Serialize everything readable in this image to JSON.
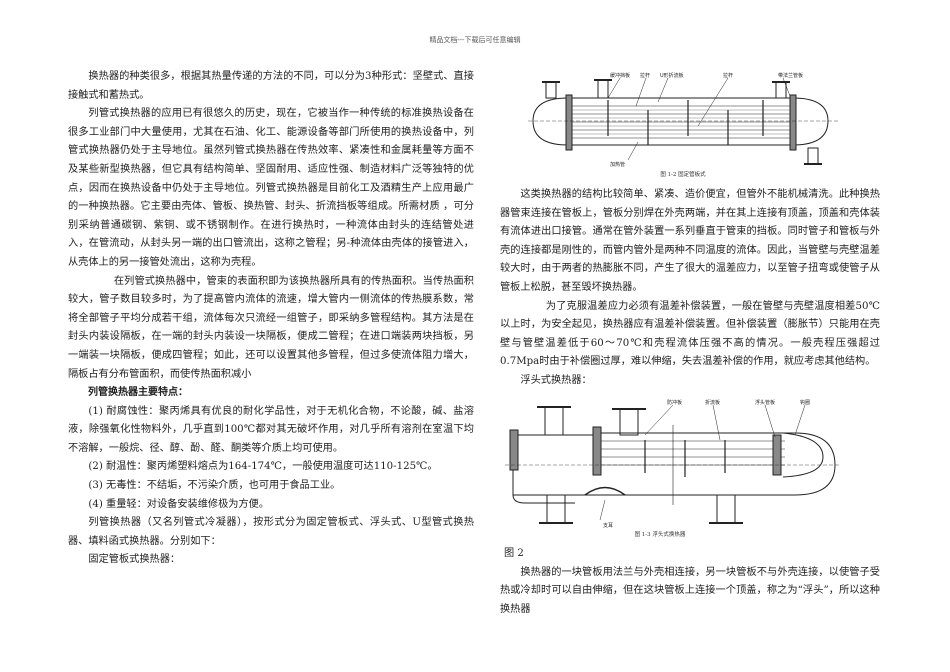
{
  "header": {
    "text": "精品文档---下载后可任意编辑"
  },
  "left_column": {
    "paragraphs": [
      "换热器的种类很多，根据其热量传递的方法的不同，可以分为3种形式：坚壁式、直接接触式和蓄热式。",
      "列管式换热器的应用已有很悠久的历史，现在，它被当作一种传统的标准换热设备在很多工业部门中大量使用，尤其在石油、化工、能源设备等部门所使用的换热设备中，列管式换热器仍处于主导地位。虽然列管式换热器在传热效率、紧凑性和金属耗量等方面不及某些新型换热器，但它具有结构简单、坚固耐用、适应性强、制造材料广泛等独特的优点，因而在换热设备中仍处于主导地位。列管式换热器是目前化工及酒精生产上应用最广的一种换热器。它主要由壳体、管板、换热管、封头、折流挡板等组成。所需材质 ，可分别采纳普通碳钢、紫铜、或不锈钢制作。在进行换热时，一种流体由封头的连结管处进入，在管流动，从封头另一端的出口管流出，这称之管程；另-种流体由壳体的接管进入，从壳体上的另一接管处流出，这称为壳程。",
      "在列管式换热器中，管束的表面积即为该换热器所具有的传热面积。当传热面积较大，管子数目较多时，为了提高管内流体的流速，增大管内一侧流体的传热膜系数，常将全部管子平均分成若干组，流体每次只流经一组管子，即采纳多管程结构。其方法是在封头内装设隔板，在一端的封头内装设一块隔板，便成二管程；在进口端装两块挡板，另一端装一块隔板，便成四管程；如此，还可以设置其他多管程，但过多使流体阻力增大，隔板占有分布管面积，而使传热面积减小"
    ],
    "features_heading": "列管换热器主要特点：",
    "features": [
      "(1) 耐腐蚀性：聚丙烯具有优良的耐化学品性，对于无机化合物，不论酸，碱、盐溶液，除强氧化性物料外，几乎直到100℃都对其无破坏作用，对几乎所有溶剂在室温下均不溶解，一般烷、径、醇、酚、醛、酮类等介质上均可使用。",
      "(2) 耐温性：聚丙烯塑料熔点为164-174℃，一般使用温度可达110-125℃。",
      "(3) 无毒性：不结垢，不污染介质，也可用于食品工业。",
      "(4) 重量轻：对设备安装维修极为方便。"
    ],
    "types_paragraph": "列管换热器（又名列管式冷凝器），按形式分为固定管板式、浮头式、U型管式换热器、填料函式换热器。分别如下：",
    "fixed_heading": "固定管板式换热器："
  },
  "figure1": {
    "caption": "图 1-2  固定管板式",
    "labels": [
      "缓冲挡板",
      "拉杆",
      "U形折流板",
      "拉杆",
      "带法兰管板",
      "加热管"
    ]
  },
  "right_column": {
    "paragraphs": [
      "这类换热器的结构比较简单、紧凑、造价便宜，但管外不能机械清洗。此种换热器管束连接在管板上，管板分别焊在外壳两端，并在其上连接有顶盖，顶盖和壳体装有流体进出口接管。通常在管外装置一系列垂直于管束的挡板。同时管子和管板与外壳的连接都是刚性的，而管内管外是两种不同温度的流体。因此，当管壁与壳壁温差较大时，由于两者的热膨胀不同，产生了很大的温差应力，以至管子扭弯或使管子从管板上松脱，甚至毁坏换热器。",
      "为了克服温差应力必须有温差补偿装置，一般在管壁与壳壁温度相差50℃以上时，为安全起见，换热器应有温差补偿装置。但补偿装置（膨胀节）只能用在壳壁与管壁温差低于60～70℃和壳程流体压强不高的情况。一般壳程压强超过0.7Mpa时由于补偿圈过厚，难以伸缩，失去温差补偿的作用，就应考虑其他结构。"
    ],
    "floating_heading": "浮头式换热器：",
    "figure_label": "图 2",
    "floating_paragraph": "换热器的一块管板用法兰与外壳相连接，另一块管板不与外壳连接，以使管子受热或冷却时可以自由伸缩，但在这块管板上连接一个顶盖，称之为“浮头”，所以这种换热器"
  },
  "figure2": {
    "caption": "图 1-3  浮头式换热器",
    "labels": [
      "防冲板",
      "折流板",
      "浮头管板",
      "钩圈",
      "支耳"
    ]
  }
}
